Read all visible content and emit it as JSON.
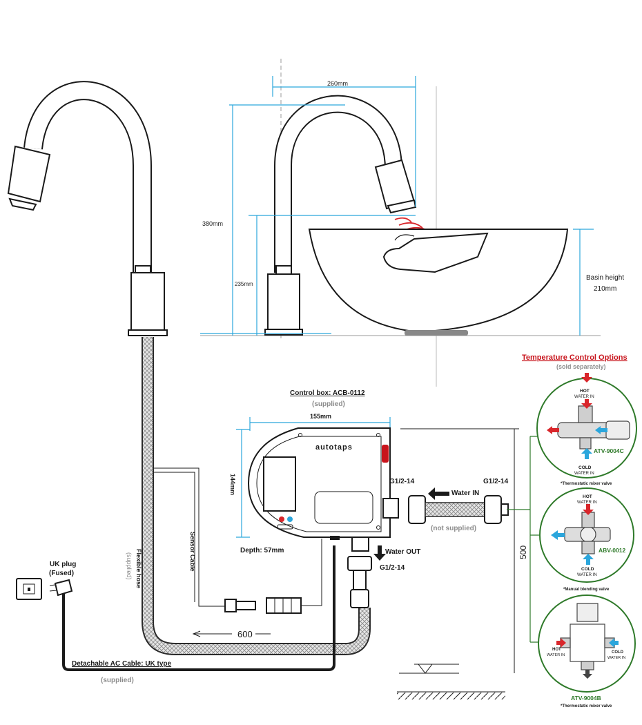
{
  "dimensions": {
    "tap_reach": "260mm",
    "tap_height": "380mm",
    "spout_height": "235mm",
    "basin_height_label": "Basin height",
    "basin_height_value": "210mm",
    "box_width": "155mm",
    "box_height": "144mm",
    "box_depth": "Depth: 57mm",
    "cable_length": "600",
    "vertical_length": "500"
  },
  "control_box": {
    "title": "Control box: ACB-0112",
    "supplied": "(supplied)",
    "brand": "autotaps"
  },
  "labels": {
    "flexible_hose": "Flexible hose",
    "flexible_hose_supplied": "(supplied)",
    "sensor_cable": "Sensor Cable",
    "uk_plug": "UK plug",
    "uk_plug_fused": "(Fused)",
    "ac_cable": "Detachable AC Cable: UK type",
    "ac_cable_supplied": "(supplied)",
    "water_in": "Water IN",
    "water_out": "Water OUT",
    "not_supplied": "(not supplied)",
    "thread_left": "G1/2-14",
    "thread_right": "G1/2-14",
    "thread_out": "G1/2-14"
  },
  "temperature_options": {
    "title": "Temperature Control Options",
    "subtitle": "(sold separately)",
    "options": [
      {
        "hot_label": "HOT",
        "hot_sub": "WATER IN",
        "cold_label": "COLD",
        "cold_sub": "WATER IN",
        "code": "ATV-9004C",
        "caption": "*Thermostatic mixer valve"
      },
      {
        "hot_label": "HOT",
        "hot_sub": "WATER IN",
        "cold_label": "COLD",
        "cold_sub": "WATER IN",
        "code": "ABV-0012",
        "caption": "*Manual blending valve"
      },
      {
        "hot_label": "HOT",
        "hot_sub": "WATER IN",
        "cold_label": "COLD",
        "cold_sub": "WATER IN",
        "code": "ATV-9004B",
        "caption": "*Thermostatic mixer valve"
      }
    ]
  },
  "colors": {
    "dimension_line": "#2ba6dc",
    "hot_arrow": "#d9262b",
    "cold_arrow": "#2ba6dc",
    "accent_red": "#c8141c",
    "option_green": "#2f7a2a"
  }
}
